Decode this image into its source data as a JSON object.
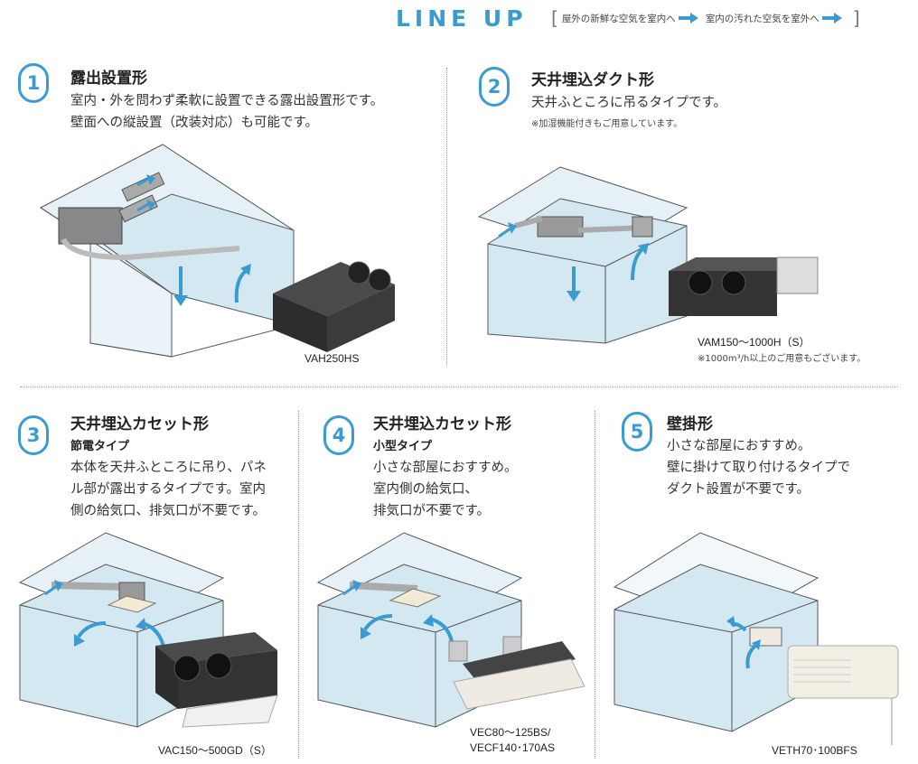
{
  "title": "LINE UP",
  "legend": {
    "bracket_open": "[",
    "inflow": "屋外の新鮮な空気を室内へ",
    "outflow": "室内の汚れた空気を室外へ",
    "bracket_close": "]"
  },
  "colors": {
    "accent": "#3a9bd3",
    "room_fill": "#d4e8f2",
    "room_line": "#555555",
    "unit_dark": "#2d2d2d"
  },
  "products": [
    {
      "number": "1",
      "name": "露出設置形",
      "subtitle": "",
      "description": [
        "室内・外を問わず柔軟に設置できる露出設置形です。",
        "壁面への縦設置（改装対応）も可能です。"
      ],
      "note": "",
      "model": [
        "VAH250HS"
      ],
      "note2": ""
    },
    {
      "number": "2",
      "name": "天井埋込ダクト形",
      "subtitle": "",
      "description": [
        "天井ふところに吊るタイプです。"
      ],
      "note": "※加湿機能付きもご用意しています。",
      "model": [
        "VAM150～1000H（S）"
      ],
      "note2": "※1000m³/h以上のご用意もございます。"
    },
    {
      "number": "3",
      "name": "天井埋込カセット形",
      "subtitle": "節電タイプ",
      "description": [
        "本体を天井ふところに吊り、パネ",
        "ル部が露出するタイプです。室内",
        "側の給気口、排気口が不要です。"
      ],
      "note": "",
      "model": [
        "VAC150～500GD（S）"
      ],
      "note2": ""
    },
    {
      "number": "4",
      "name": "天井埋込カセット形",
      "subtitle": "小型タイプ",
      "description": [
        "小さな部屋におすすめ。",
        "室内側の給気口、",
        "排気口が不要です。"
      ],
      "note": "",
      "model": [
        "VEC80～125BS/",
        "VECF140･170AS"
      ],
      "note2": ""
    },
    {
      "number": "5",
      "name": "壁掛形",
      "subtitle": "",
      "description": [
        "小さな部屋におすすめ。",
        "壁に掛けて取り付けるタイプで",
        "ダクト設置が不要です。"
      ],
      "note": "",
      "model": [
        "VETH70･100BFS"
      ],
      "note2": ""
    }
  ]
}
